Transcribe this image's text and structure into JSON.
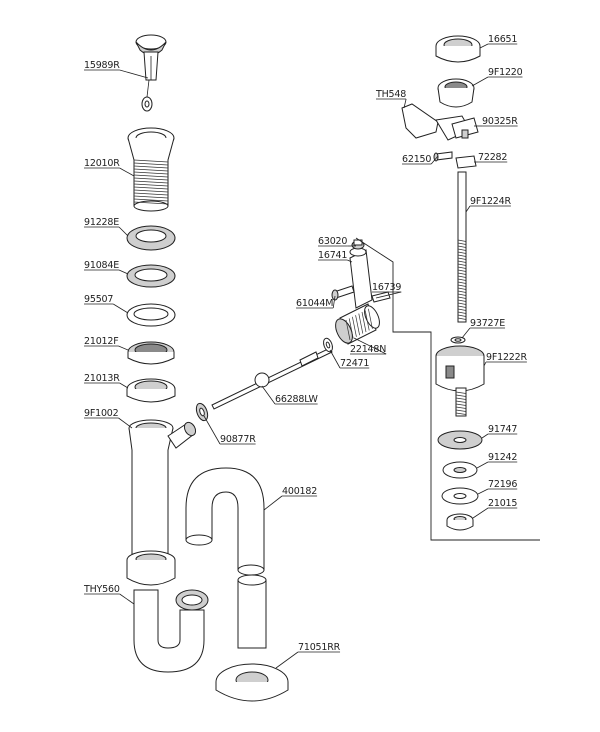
{
  "parts": [
    {
      "key": "p15989R",
      "code": "15989R"
    },
    {
      "key": "p12010R",
      "code": "12010R"
    },
    {
      "key": "p91228E",
      "code": "91228E"
    },
    {
      "key": "p91084E",
      "code": "91084E"
    },
    {
      "key": "p95507",
      "code": "95507"
    },
    {
      "key": "p21012F",
      "code": "21012F"
    },
    {
      "key": "p21013R",
      "code": "21013R"
    },
    {
      "key": "p9F1002",
      "code": "9F1002"
    },
    {
      "key": "p90877R",
      "code": "90877R"
    },
    {
      "key": "p66288LW",
      "code": "66288LW"
    },
    {
      "key": "p63020",
      "code": "63020"
    },
    {
      "key": "p16741",
      "code": "16741"
    },
    {
      "key": "p16739",
      "code": "16739"
    },
    {
      "key": "p61044M",
      "code": "61044M"
    },
    {
      "key": "p22148N",
      "code": "22148N"
    },
    {
      "key": "p72471",
      "code": "72471"
    },
    {
      "key": "p400182",
      "code": "400182"
    },
    {
      "key": "pTHY560",
      "code": "THY560"
    },
    {
      "key": "p71051RR",
      "code": "71051RR"
    },
    {
      "key": "p16651",
      "code": "16651"
    },
    {
      "key": "p9F1220",
      "code": "9F1220"
    },
    {
      "key": "pTH548",
      "code": "TH548"
    },
    {
      "key": "p90325R",
      "code": "90325R"
    },
    {
      "key": "p62150",
      "code": "62150"
    },
    {
      "key": "p72282",
      "code": "72282"
    },
    {
      "key": "p9F1224R",
      "code": "9F1224R"
    },
    {
      "key": "p93727E",
      "code": "93727E"
    },
    {
      "key": "p9F1222R",
      "code": "9F1222R"
    },
    {
      "key": "p91747",
      "code": "91747"
    },
    {
      "key": "p91242",
      "code": "91242"
    },
    {
      "key": "p72196",
      "code": "72196"
    },
    {
      "key": "p21015",
      "code": "21015"
    }
  ]
}
